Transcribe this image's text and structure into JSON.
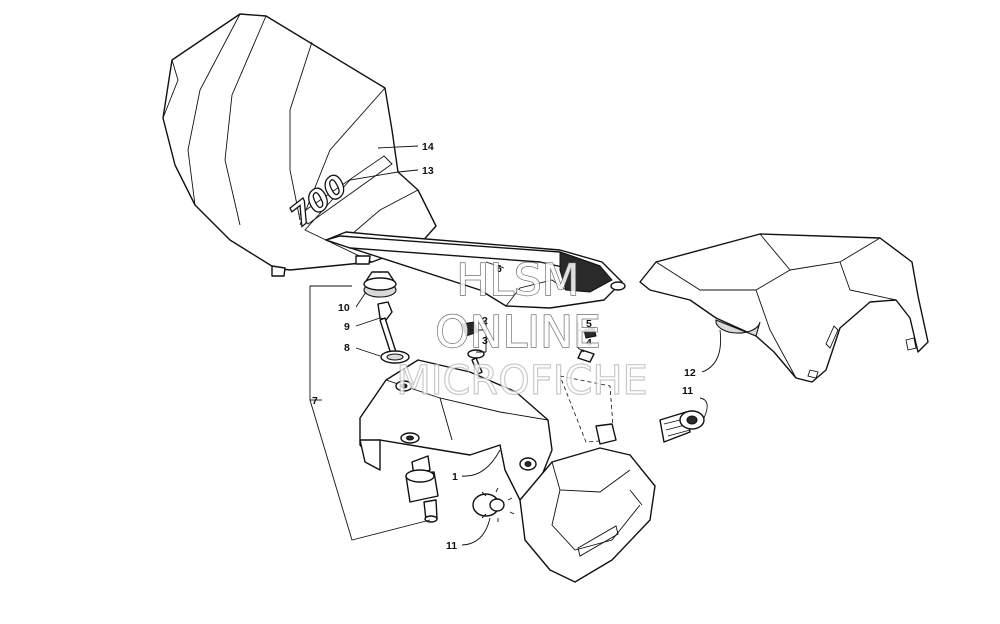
{
  "diagram": {
    "callouts": [
      {
        "id": "14",
        "label": "14"
      },
      {
        "id": "13",
        "label": "13"
      },
      {
        "id": "10",
        "label": "10"
      },
      {
        "id": "9",
        "label": "9"
      },
      {
        "id": "8",
        "label": "8"
      },
      {
        "id": "7",
        "label": "7"
      },
      {
        "id": "6",
        "label": "6"
      },
      {
        "id": "2",
        "label": "2"
      },
      {
        "id": "3",
        "label": "3"
      },
      {
        "id": "5",
        "label": "5"
      },
      {
        "id": "4",
        "label": "4"
      },
      {
        "id": "1",
        "label": "1"
      },
      {
        "id": "12",
        "label": "12"
      },
      {
        "id": "11a",
        "label": "11"
      },
      {
        "id": "11b",
        "label": "11"
      }
    ],
    "windshield_logo": "700",
    "watermark": {
      "line1": "HLSM",
      "line2": "ONLINE",
      "line3": "MICROFICHE"
    }
  }
}
